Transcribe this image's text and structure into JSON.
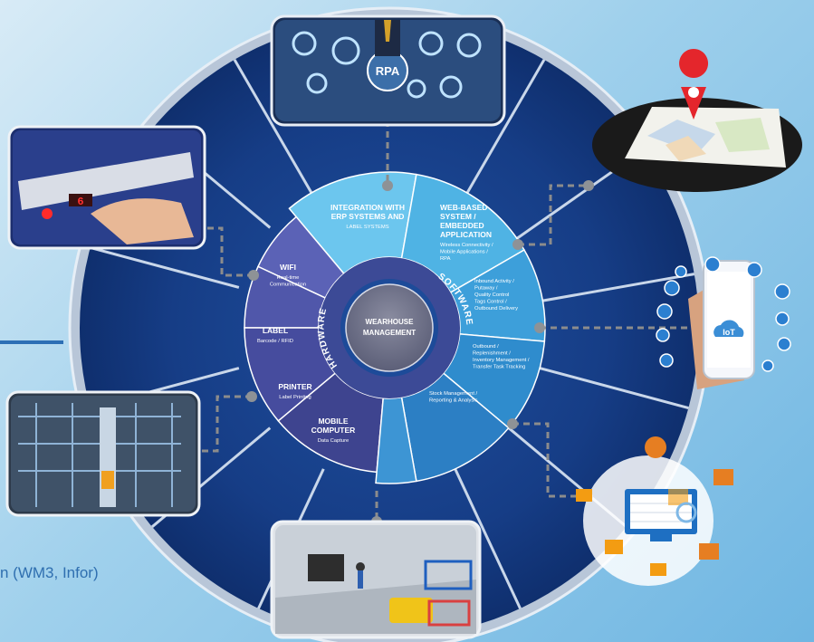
{
  "center": {
    "line1": "WEARHOUSE",
    "line2": "MANAGEMENT"
  },
  "ring": {
    "hardware": "HARDWARE",
    "software": "SOFTWARE"
  },
  "software_segments": [
    {
      "title": [
        "INTEGRATION WITH",
        "ERP SYSTEMS AND"
      ],
      "sub": [
        "LABEL SYSTEMS"
      ]
    },
    {
      "title": [
        "WEB-BASED",
        "SYSTEM /",
        "EMBEDDED",
        "APPLICATION"
      ],
      "sub": [
        "Wireless Connectivity /",
        "Mobile Applications /",
        "RPA"
      ]
    },
    {
      "title": [],
      "sub": [
        "Inbound Activity /",
        "Putaway /",
        "Quality Control",
        "Tags Control /",
        "Outbound Delivery"
      ]
    },
    {
      "title": [],
      "sub": [
        "Outbound /",
        "Replenishment /",
        "Inventory Management /",
        "Transfer Task Tracking"
      ]
    },
    {
      "title": [],
      "sub": [
        "Stock Management /",
        "Reporting & Analysis"
      ]
    }
  ],
  "hardware_segments": [
    {
      "title": [
        "WIFI"
      ],
      "sub": [
        "Real-time",
        "Communication"
      ]
    },
    {
      "title": [
        "LABEL"
      ],
      "sub": [
        "Barcode / RFID"
      ]
    },
    {
      "title": [
        "PRINTER"
      ],
      "sub": [
        "Label Printing"
      ]
    },
    {
      "title": [
        "MOBILE",
        "COMPUTER"
      ],
      "sub": [
        "Data Capture"
      ]
    }
  ],
  "images": {
    "rpa": "RPA",
    "iot": "IoT",
    "display_digits": "6"
  },
  "caption": "n (WM3, Infor)",
  "colors": {
    "outer": "#12377a",
    "software_light": "#5ab8e6",
    "hardware": "#4d55a8",
    "ring_dark": "#3c4a96",
    "center": "#6b6e86"
  }
}
